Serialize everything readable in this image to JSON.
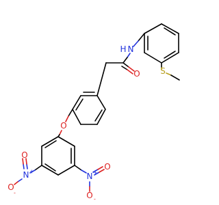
{
  "molecule": {
    "colors": {
      "carbon_bond": "#000000",
      "nitrogen": "#2233dd",
      "oxygen": "#dd2222",
      "sulfur": "#b8a020",
      "background": "#ffffff"
    },
    "labels": {
      "nh": "N",
      "h": "H",
      "amide_o": "O",
      "s": "S",
      "ether_o": "O",
      "no2_left_n": "N",
      "no2_left_plus": "+",
      "no2_left_o_up": "O",
      "no2_left_o_down": "O",
      "no2_left_minus": "-",
      "no2_right_n": "N",
      "no2_right_plus": "+",
      "no2_right_o_up": "O",
      "no2_right_o_down": "O",
      "no2_right_minus": "-"
    }
  }
}
